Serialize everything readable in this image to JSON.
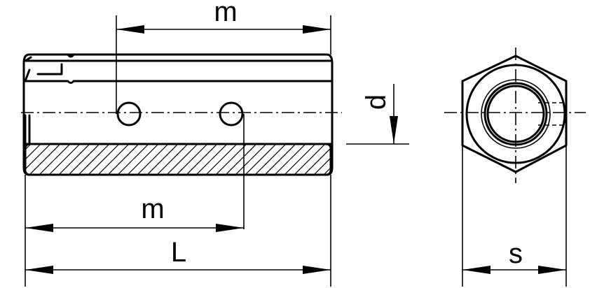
{
  "dimensions": {
    "m_top": "m",
    "m_bottom": "m",
    "L": "L",
    "d": "d",
    "s": "s"
  },
  "colors": {
    "line": "#000000",
    "background": "#ffffff"
  }
}
